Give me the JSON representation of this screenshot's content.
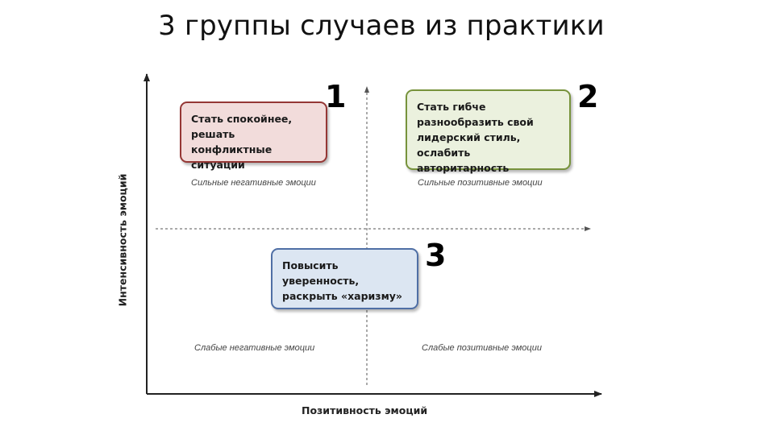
{
  "title": "3 группы случаев из практики",
  "axes": {
    "x_label": "Позитивность эмоций",
    "y_label": "Интенсивность эмоций"
  },
  "quadrant_labels": {
    "strong_negative": "Сильные негативные эмоции",
    "strong_positive": "Сильные позитивные эмоции",
    "weak_negative": "Слабые негативные эмоции",
    "weak_positive": "Слабые позитивные эмоции"
  },
  "groups": [
    {
      "number": "1",
      "text": "Стать спокойнее,\nрешать конфликтные\nситуации",
      "fill_color": "#f2dcdb",
      "border_color": "#953735"
    },
    {
      "number": "2",
      "text": "Стать гибче\nразнообразить свой\nлидерский стиль,\nослабить авторитарность",
      "fill_color": "#ebf1de",
      "border_color": "#77933c"
    },
    {
      "number": "3",
      "text": "Повысить\nуверенность,\nраскрыть «харизму»",
      "fill_color": "#dce6f2",
      "border_color": "#4f6fa5"
    }
  ],
  "colors": {
    "axis": "#222222",
    "dashed_divider": "#555555"
  }
}
